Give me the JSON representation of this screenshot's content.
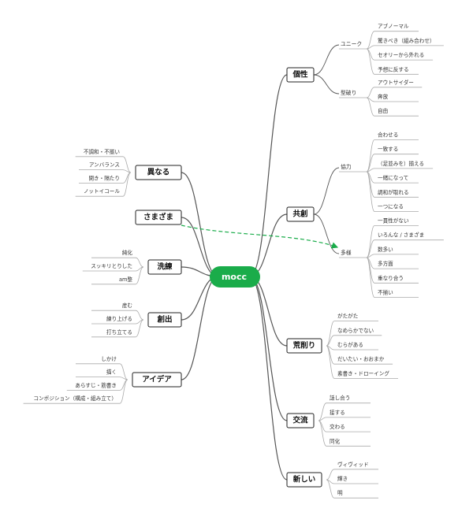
{
  "root": {
    "label": "mocc",
    "color": "#1aac4a"
  },
  "right": [
    {
      "label": "個性",
      "subs": [
        {
          "label": "ユニーク",
          "leaves": [
            "アブノーマル",
            "驚きべき（組み合わせ）",
            "セオリーから外れる",
            "予想に反する"
          ]
        },
        {
          "label": "型破り",
          "leaves": [
            "アウトサイダー",
            "奔放",
            "自由"
          ]
        }
      ]
    },
    {
      "label": "共創",
      "subs": [
        {
          "label": "協力",
          "leaves": [
            "合わせる",
            "一致する",
            "（足並みを）揃える",
            "一緒になって",
            "調和が取れる",
            "一つになる"
          ]
        },
        {
          "label": "多様",
          "leaves": [
            "一貫性がない",
            "いろんな / さまざま",
            "数多い",
            "多方面",
            "重なり合う",
            "不揃い"
          ]
        }
      ]
    },
    {
      "label": "荒削り",
      "leaves": [
        "がたがた",
        "なめらかでない",
        "むらがある",
        "だいたい・おおまか",
        "素書き・ドローイング"
      ]
    },
    {
      "label": "交流",
      "leaves": [
        "話し合う",
        "接する",
        "交わる",
        "同化"
      ]
    },
    {
      "label": "新しい",
      "leaves": [
        "ヴィヴィッド",
        "輝き",
        "明"
      ]
    }
  ],
  "left": [
    {
      "label": "異なる",
      "leaves": [
        "不調和・不揃い",
        "アンバランス",
        "開き・隔たり",
        "ノットイコール"
      ]
    },
    {
      "label": "さまざま",
      "leaves": []
    },
    {
      "label": "洗練",
      "leaves": [
        "純化",
        "スッキリとりした",
        "am整"
      ]
    },
    {
      "label": "創出",
      "leaves": [
        "産む",
        "練り上げる",
        "打ち立てる"
      ]
    },
    {
      "label": "アイデア",
      "leaves": [
        "しかけ",
        "描く",
        "あらすじ・筋書き",
        "コンポジション（構成・組み立て）"
      ]
    }
  ],
  "link": {
    "from": "さまざま",
    "to": "多様",
    "color": "#1aac4a"
  },
  "colors": {
    "line": "#555555",
    "leaf_line": "#aaaaaa",
    "topic_border": "#222222"
  }
}
